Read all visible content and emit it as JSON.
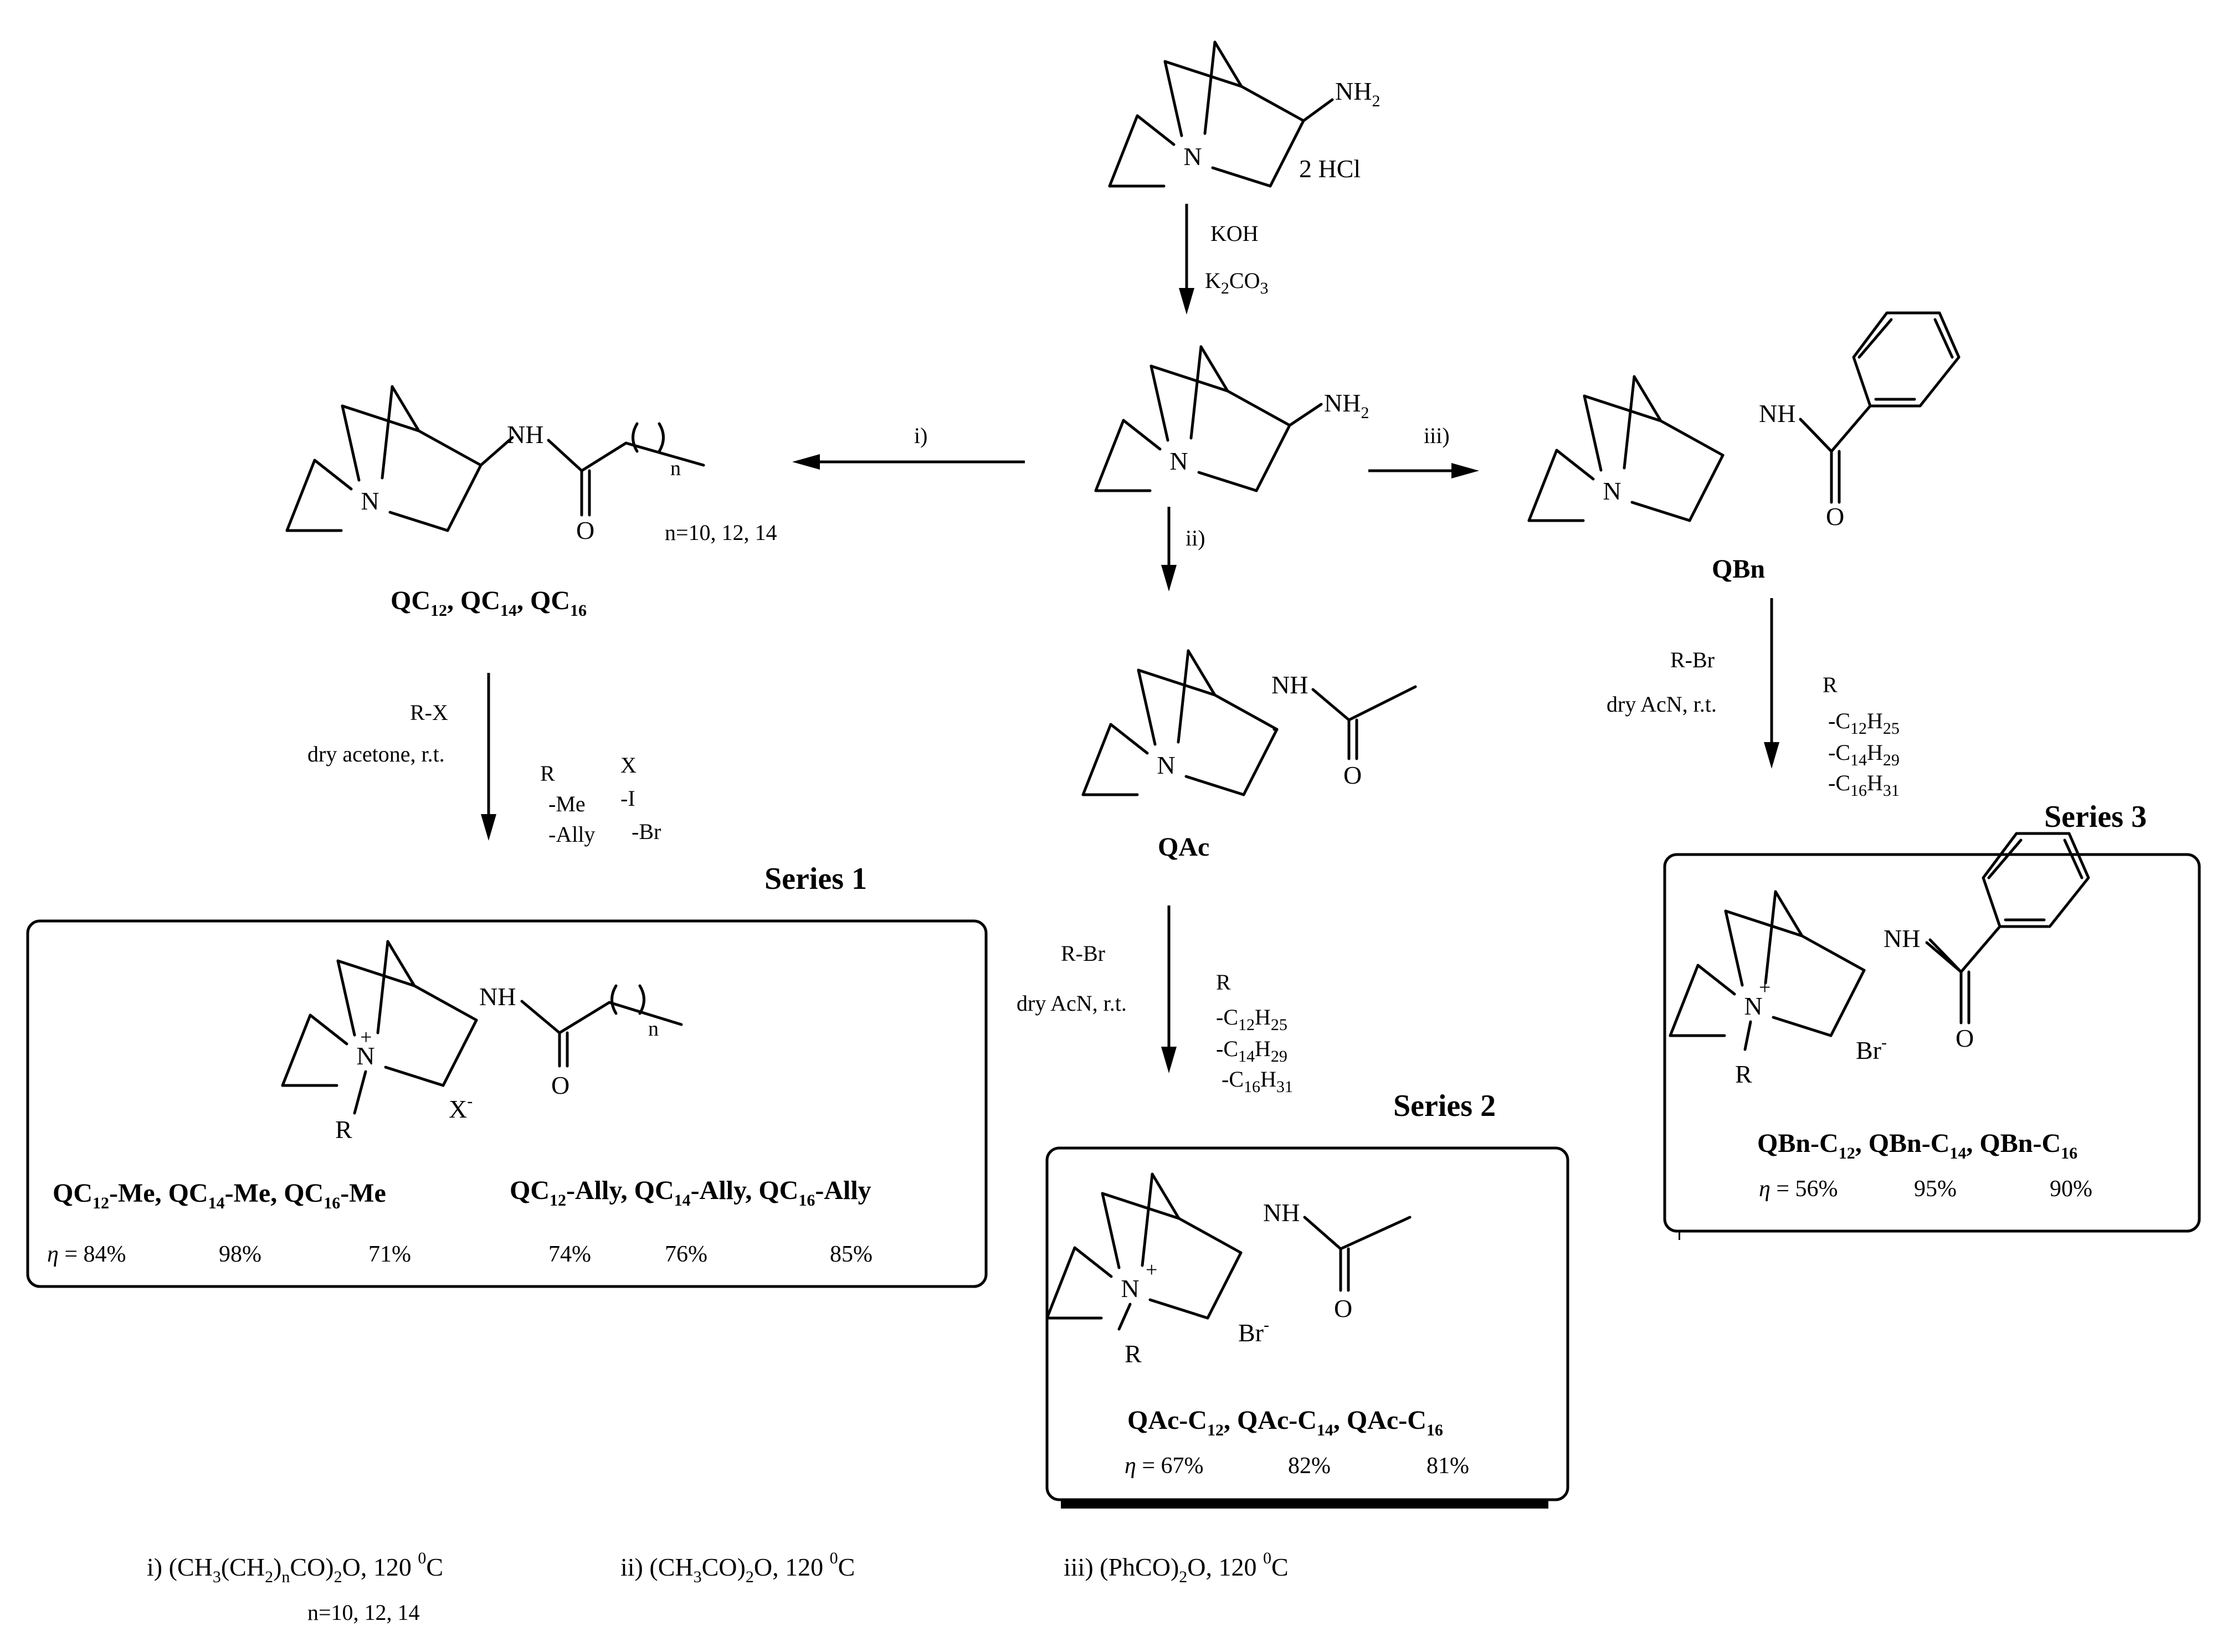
{
  "atoms": {
    "N": "N",
    "NH2": "NH",
    "NH2_sub": "2",
    "NH": "NH",
    "O": "O",
    "R": "R",
    "plus": "+",
    "n": "n"
  },
  "start": {
    "salt": "2 HCl"
  },
  "step0": {
    "reagent1": "KOH",
    "reagent2_a": "K",
    "reagent2_b": "2",
    "reagent2_c": "CO",
    "reagent2_d": "3"
  },
  "arrows": {
    "i": "i)",
    "ii": "ii)",
    "iii": "iii)"
  },
  "qc": {
    "n_values": "n=10, 12, 14",
    "label": {
      "a": "QC",
      "a_sub": "12",
      "b": ", QC",
      "b_sub": "14",
      "c": ", QC",
      "c_sub": "16"
    },
    "reagent": "R-X",
    "conditions": "dry acetone, r.t.",
    "table": {
      "h_r": "R",
      "h_x": "X",
      "r1": "-Me",
      "x1": "-I",
      "r2": "-Ally",
      "x2": "-Br"
    }
  },
  "qac": {
    "label": "QAc",
    "reagent": "R-Br",
    "conditions": "dry AcN, r.t.",
    "r_head": "R",
    "r1": {
      "a": "-C",
      "s1": "12",
      "b": "H",
      "s2": "25"
    },
    "r2": {
      "a": "-C",
      "s1": "14",
      "b": "H",
      "s2": "29"
    },
    "r3": {
      "a": "-C",
      "s1": "16",
      "b": "H",
      "s2": "31"
    }
  },
  "qbn": {
    "label": "QBn",
    "reagent": "R-Br",
    "conditions": "dry AcN, r.t.",
    "r_head": "R",
    "r1": {
      "a": "-C",
      "s1": "12",
      "b": "H",
      "s2": "25"
    },
    "r2": {
      "a": "-C",
      "s1": "14",
      "b": "H",
      "s2": "29"
    },
    "r3": {
      "a": "-C",
      "s1": "16",
      "b": "H",
      "s2": "31"
    }
  },
  "series1": {
    "title": "Series 1",
    "anion": "X",
    "anion_sup": "-",
    "me_label": {
      "a": "QC",
      "a_sub": "12",
      "a_end": "-Me, QC",
      "b_sub": "14",
      "b_end": "-Me, QC",
      "c_sub": "16",
      "c_end": "-Me"
    },
    "ally_label": {
      "a": "QC",
      "a_sub": "12",
      "a_end": "-Ally, QC",
      "b_sub": "14",
      "b_end": "-Ally, QC",
      "c_sub": "16",
      "c_end": "-Ally"
    },
    "eta": "η",
    "yield_prefix": " = 84%",
    "yields": [
      "98%",
      "71%",
      "74%",
      "76%",
      "85%"
    ]
  },
  "series2": {
    "title": "Series 2",
    "anion": "Br",
    "anion_sup": "-",
    "label": {
      "a": "QAc-C",
      "a_sub": "12",
      "b": ", QAc-C",
      "b_sub": "14",
      "c": ", QAc-C",
      "c_sub": "16"
    },
    "eta": "η",
    "yield_prefix": " = 67%",
    "yields": [
      "82%",
      "81%"
    ]
  },
  "series3": {
    "title": "Series 3",
    "anion": "Br",
    "anion_sup": "-",
    "label": {
      "a": "QBn-C",
      "a_sub": "12",
      "b": ", QBn-C",
      "b_sub": "14",
      "c": ", QBn-C",
      "c_sub": "16"
    },
    "eta": "η",
    "yield_prefix": " = 56%",
    "yields": [
      "95%",
      "90%"
    ]
  },
  "footnotes": {
    "i": {
      "a": "i) (CH",
      "s1": "3",
      "b": "(CH",
      "s2": "2",
      "c": ")",
      "s3": "n",
      "d": "CO)",
      "s4": "2",
      "e": "O, 120 ",
      "sup": "0",
      "f": "C"
    },
    "i_n": "n=10, 12, 14",
    "ii": {
      "a": "ii) (CH",
      "s1": "3",
      "b": "CO)",
      "s2": "2",
      "c": "O, 120 ",
      "sup": "0",
      "d": "C"
    },
    "iii": {
      "a": "iii) (PhCO)",
      "s1": "2",
      "b": "O, 120 ",
      "sup": "0",
      "c": "C"
    }
  }
}
